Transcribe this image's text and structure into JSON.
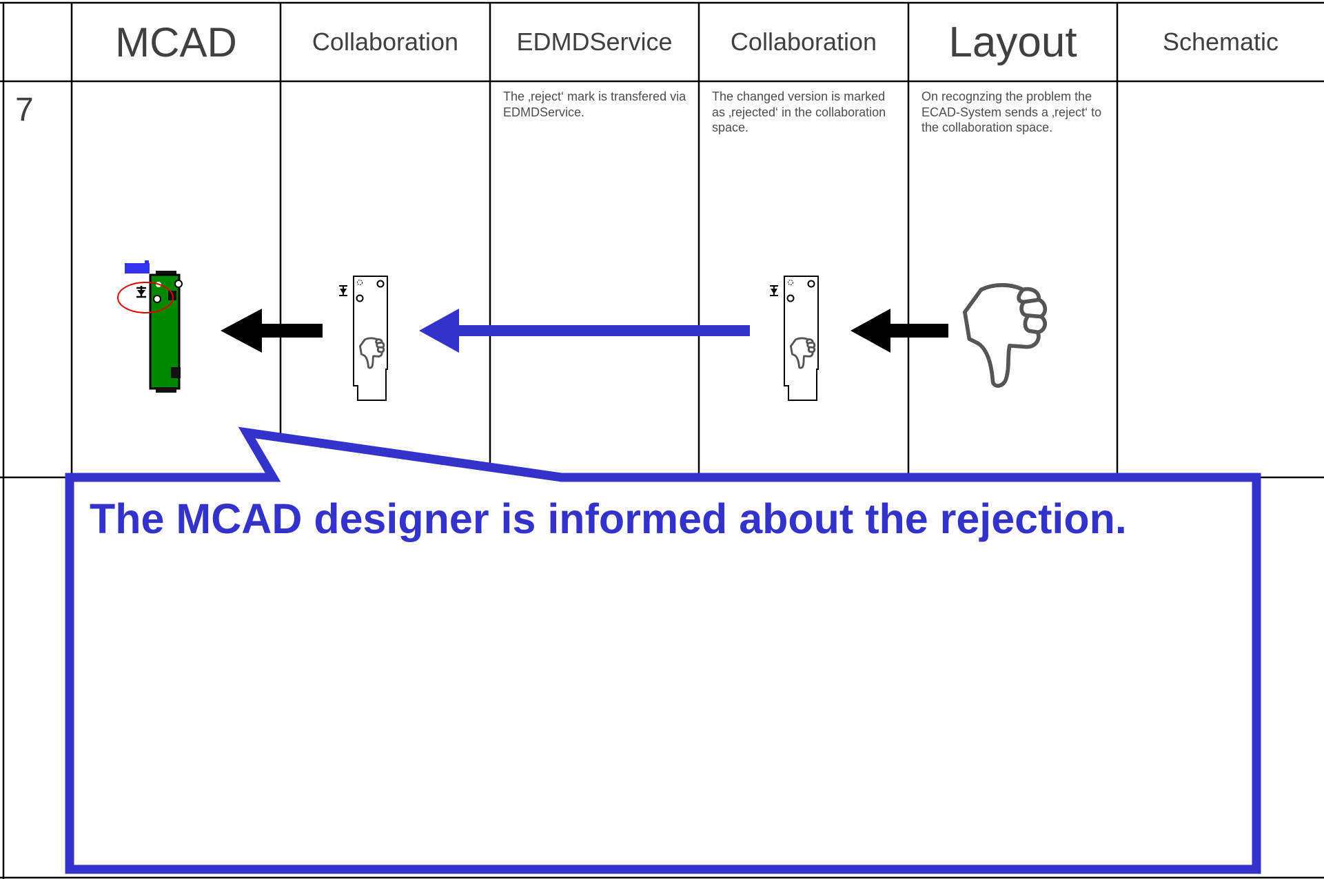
{
  "table": {
    "row_number": "7",
    "columns": [
      {
        "id": "mcad",
        "label": "MCAD"
      },
      {
        "id": "collab-left",
        "label": "Collaboration"
      },
      {
        "id": "edmd",
        "label": "EDMDService"
      },
      {
        "id": "collab-right",
        "label": "Collaboration"
      },
      {
        "id": "layout",
        "label": "Layout"
      },
      {
        "id": "schematic",
        "label": "Schematic"
      }
    ],
    "notes": {
      "edmd": "The ‚reject‘ mark is transfered via EDMDService.",
      "collab_right": "The changed version is marked as ‚rejected‘ in the collaboration space.",
      "layout": "On recognzing the problem the ECAD-System sends a ‚reject‘ to the collaboration space."
    }
  },
  "callout": {
    "text": "The MCAD designer is informed about the rejection."
  },
  "icons": {
    "thumbs_down": "thumbs-down-icon",
    "board": "circuit-board-icon",
    "arrow": "left-arrow-icon"
  },
  "colors": {
    "accent_blue": "#3333cc",
    "board_green": "#008800",
    "flag_blue": "#3333ee",
    "mark_red": "#dd0000"
  }
}
